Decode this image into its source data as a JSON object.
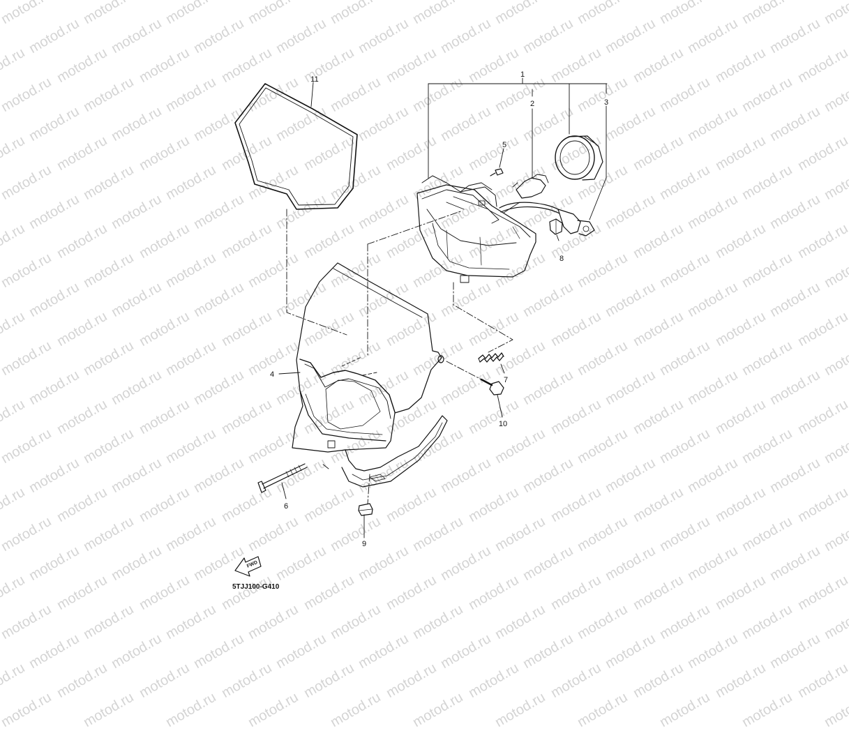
{
  "watermark": {
    "text": "motod.ru",
    "color": "#d4d4d4"
  },
  "diagram_code": "5TJJ100-G410",
  "forward_arrow": {
    "label": "FWD",
    "icon": "forward-arrow-icon"
  },
  "callouts": [
    {
      "id": "1",
      "label": "1"
    },
    {
      "id": "2",
      "label": "2"
    },
    {
      "id": "3",
      "label": "3"
    },
    {
      "id": "4",
      "label": "4"
    },
    {
      "id": "5",
      "label": "5"
    },
    {
      "id": "6",
      "label": "6"
    },
    {
      "id": "7",
      "label": "7"
    },
    {
      "id": "8",
      "label": "8"
    },
    {
      "id": "9",
      "label": "9"
    },
    {
      "id": "10",
      "label": "10"
    },
    {
      "id": "11",
      "label": "11"
    }
  ]
}
